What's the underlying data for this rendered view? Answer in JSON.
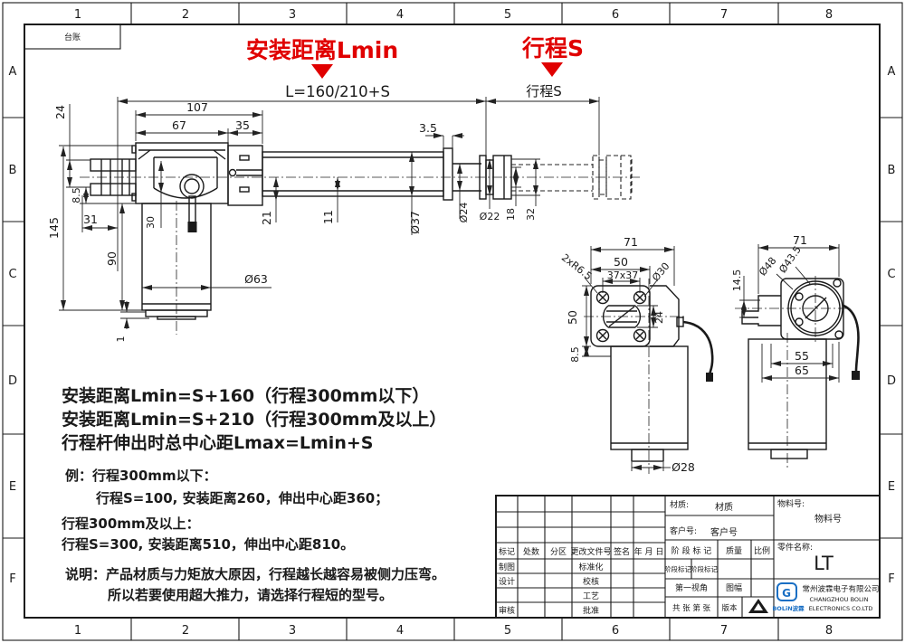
{
  "frame": {
    "columns": [
      "1",
      "2",
      "3",
      "4",
      "5",
      "6",
      "7",
      "8"
    ],
    "rows": [
      "A",
      "B",
      "C",
      "D",
      "E",
      "F"
    ],
    "corner_label": "台账"
  },
  "headers": {
    "install_distance": "安装距离Lmin",
    "stroke_red": "行程S",
    "formula": "L=160/210+S",
    "stroke_dim": "行程S"
  },
  "dims": {
    "main": {
      "d107": "107",
      "d67": "67",
      "d35": "35",
      "d24": "24",
      "d8_5": "8.5",
      "d31": "31",
      "d145": "145",
      "d30": "30",
      "d90": "90",
      "d1": "1",
      "d21": "21",
      "d11": "11",
      "dia37": "Ø37",
      "dia63": "Ø63",
      "d3_5": "3.5",
      "dia24": "Ø24",
      "dia22": "Ø22",
      "d18": "18",
      "d32": "32"
    },
    "front": {
      "d71": "71",
      "d50": "50",
      "d37x37": "37x37",
      "dia30": "Ø30",
      "r65": "2xR6.5",
      "d50v": "50",
      "d24": "24",
      "d8_5": "8.5",
      "dia28": "Ø28"
    },
    "side": {
      "d71": "71",
      "dia48": "Ø48",
      "dia43_5": "Ø43.5",
      "d14_5": "14.5",
      "d55": "55",
      "d65": "65"
    }
  },
  "notes": {
    "line1": "安装距离Lmin=S+160（行程300mm以下）",
    "line2": "安装距离Lmin=S+210（行程300mm及以上）",
    "line3": "行程杆伸出时总中心距Lmax=Lmin+S",
    "example1": "例：行程300mm以下：",
    "example2": "行程S=100, 安装距离260，伸出中心距360；",
    "example3": "行程300mm及以上：",
    "example4": "行程S=300, 安装距离510，伸出中心距810。",
    "remark1": "说明：产品材质与力矩放大原因，行程越长越容易被侧力压弯。",
    "remark2": "所以若要使用超大推力，请选择行程短的型号。"
  },
  "title_block": {
    "material_label": "材质:",
    "material_value": "材质",
    "customer_label": "客户号:",
    "customer_value": "客户号",
    "part_no_label": "物料号:",
    "part_no_value": "物料号",
    "part_name_label": "零件名称:",
    "part_name_value": "LT",
    "rev_headers": [
      "标记",
      "处数",
      "分区",
      "更改文件号",
      "签名",
      "年 月 日"
    ],
    "stage_header": "阶 段 标 记",
    "weight_header": "质量",
    "scale_header": "比例",
    "stage_cell1": "阶段标记",
    "stage_cell2": "阶段标记",
    "role_draw": "制图",
    "role_design": "设计",
    "role_check": "审核",
    "role_std": "标准化",
    "role_proof": "校核",
    "role_process": "工艺",
    "role_approve": "批准",
    "first_angle": "第一视角",
    "sheet_format": "图幅",
    "sheets": "共  张 第  张",
    "version": "版本",
    "company_cn": "常州波霖电子有限公司",
    "company_en1": "CHANGZHOU BOLIN",
    "company_en2": "ELECTRONICS CO.LTD",
    "logo_letter": "G",
    "logo_text": "BOLiN波霖"
  }
}
